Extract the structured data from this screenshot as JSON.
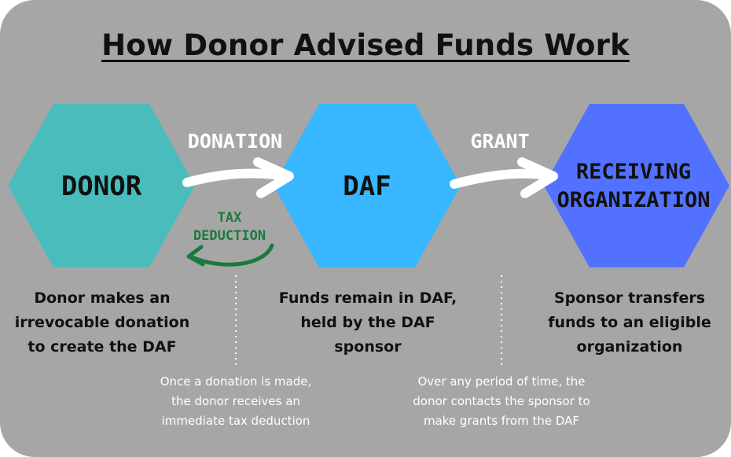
{
  "title": "How Donor Advised Funds Work",
  "nodes": {
    "donor": {
      "label": "DONOR",
      "color": "#4bbcbc"
    },
    "daf": {
      "label": "DAF",
      "color": "#38b6ff"
    },
    "receiving": {
      "label_line1": "RECEIVING",
      "label_line2": "ORGANIZATION",
      "color": "#5271ff"
    }
  },
  "arrows": {
    "donation": "DONATION",
    "grant": "GRANT",
    "tax_line1": "TAX",
    "tax_line2": "DEDUCTION"
  },
  "descriptions": {
    "donor": [
      "Donor makes an",
      "irrevocable donation",
      "to create the DAF"
    ],
    "daf": [
      "Funds remain in DAF,",
      "held by the DAF",
      "sponsor"
    ],
    "receiving": [
      "Sponsor transfers",
      "funds to an eligible",
      "organization"
    ]
  },
  "notes": {
    "tax": [
      "Once a donation is made,",
      "the donor receives an",
      "immediate tax deduction"
    ],
    "grant": [
      "Over any period of time, the",
      "donor contacts the sponsor to",
      "make grants from the DAF"
    ]
  },
  "colors": {
    "background": "#a6a6a6",
    "arrow": "#ffffff",
    "tax_arrow": "#1a7a3c",
    "text": "#111111"
  }
}
